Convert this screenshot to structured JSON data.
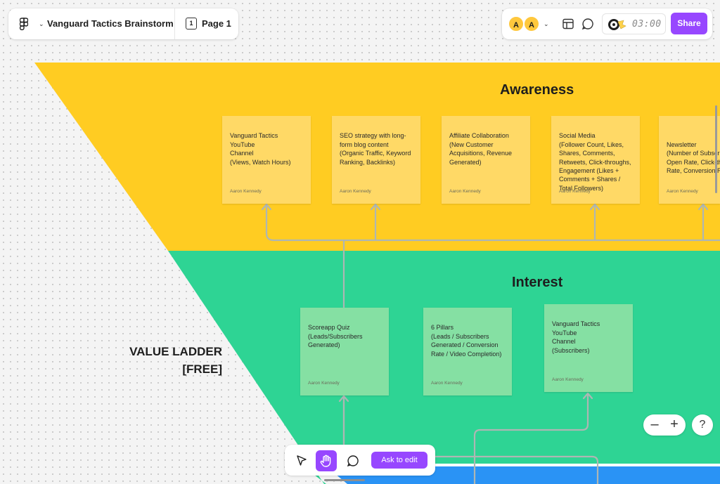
{
  "header": {
    "file_title": "Vanguard Tactics Brainstorm",
    "page_number": "1",
    "page_label": "Page 1"
  },
  "collaborators": [
    {
      "initial": "A",
      "color": "#ffc83d"
    },
    {
      "initial": "A",
      "color": "#ffc83d"
    }
  ],
  "timer": "03:00",
  "share_label": "Share",
  "bottom_toolbar": {
    "ask_label": "Ask to edit",
    "active_tool": "hand"
  },
  "zoom": {
    "minus": "–",
    "plus": "+"
  },
  "help": "?",
  "board": {
    "side_label_line1": "VALUE LADDER",
    "side_label_line2": "[FREE]",
    "sections": [
      {
        "title": "Awareness",
        "color": "#ffcc22",
        "notes": [
          {
            "text": "Vanguard Tactics YouTube\nChannel\n(Views, Watch Hours)",
            "author": "Aaron Kennedy"
          },
          {
            "text": "SEO strategy with long-\nform blog content\n(Organic Traffic, Keyword\nRanking, Backlinks)",
            "author": "Aaron Kennedy"
          },
          {
            "text": "Affiliate Collaboration\n(New Customer\nAcquisitions, Revenue\nGenerated)",
            "author": "Aaron Kennedy"
          },
          {
            "text": "Social Media\n(Follower Count, Likes,\nShares, Comments,\nRetweets, Click-throughs,\nEngagement (Likes +\nComments + Shares /\nTotal Followers)",
            "author": "Aaron Kennedy"
          },
          {
            "text": "Newsletter\n(Number of Subscri\nOpen Rate, Click-th\nRate, Conversion Ra",
            "author": "Aaron Kennedy"
          }
        ]
      },
      {
        "title": "Interest",
        "color": "#2ed494",
        "notes": [
          {
            "text": "Scoreapp Quiz\n(Leads/Subscribers\nGenerated)",
            "author": "Aaron Kennedy"
          },
          {
            "text": "6 Pillars\n(Leads / Subscribers\nGenerated / Conversion\nRate / Video Completion)",
            "author": "Aaron Kennedy"
          },
          {
            "text": "Vanguard Tactics YouTube\nChannel\n(Subscribers)",
            "author": "Aaron Kennedy"
          }
        ]
      },
      {
        "title": "",
        "color": "#2a93f5",
        "notes": []
      }
    ]
  }
}
